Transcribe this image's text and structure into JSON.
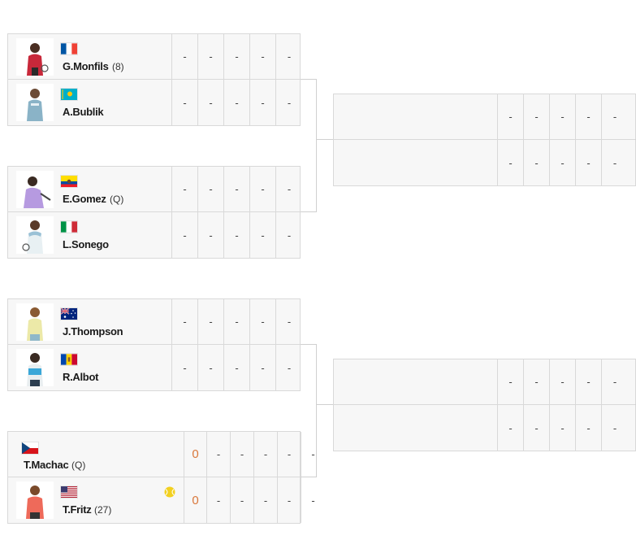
{
  "bracket": {
    "r1": [
      {
        "players": [
          {
            "name": "G.Monfils",
            "seed": "(8)",
            "flag": "france",
            "photo": "player-photo",
            "scores": [
              "-",
              "-",
              "-",
              "-",
              "-"
            ]
          },
          {
            "name": "A.Bublik",
            "seed": "",
            "flag": "kazakhstan",
            "photo": "player-photo",
            "scores": [
              "-",
              "-",
              "-",
              "-",
              "-"
            ]
          }
        ]
      },
      {
        "players": [
          {
            "name": "E.Gomez",
            "seed": "(Q)",
            "flag": "ecuador",
            "photo": "player-photo",
            "scores": [
              "-",
              "-",
              "-",
              "-",
              "-"
            ]
          },
          {
            "name": "L.Sonego",
            "seed": "",
            "flag": "italy",
            "photo": "player-photo",
            "scores": [
              "-",
              "-",
              "-",
              "-",
              "-"
            ]
          }
        ]
      },
      {
        "players": [
          {
            "name": "J.Thompson",
            "seed": "",
            "flag": "australia",
            "photo": "player-photo",
            "scores": [
              "-",
              "-",
              "-",
              "-",
              "-"
            ]
          },
          {
            "name": "R.Albot",
            "seed": "",
            "flag": "moldova",
            "photo": "player-photo",
            "scores": [
              "-",
              "-",
              "-",
              "-",
              "-"
            ]
          }
        ]
      },
      {
        "players": [
          {
            "name": "T.Machac",
            "seed": "(Q)",
            "flag": "czech",
            "points": "0",
            "scores": [
              "-",
              "-",
              "-",
              "-",
              "-"
            ]
          },
          {
            "name": "T.Fritz",
            "seed": "(27)",
            "flag": "usa",
            "points": "0",
            "serving": true,
            "scores": [
              "-",
              "-",
              "-",
              "-",
              "-"
            ]
          }
        ]
      }
    ],
    "r2": [
      {
        "players": [
          {
            "scores": [
              "-",
              "-",
              "-",
              "-",
              "-"
            ]
          },
          {
            "scores": [
              "-",
              "-",
              "-",
              "-",
              "-"
            ]
          }
        ]
      },
      {
        "players": [
          {
            "scores": [
              "-",
              "-",
              "-",
              "-",
              "-"
            ]
          },
          {
            "scores": [
              "-",
              "-",
              "-",
              "-",
              "-"
            ]
          }
        ]
      }
    ],
    "colors": {
      "points": "#d9773a",
      "border": "#d9d9d9",
      "cell_bg": "#f7f7f7",
      "ball": "#f2d020"
    }
  }
}
